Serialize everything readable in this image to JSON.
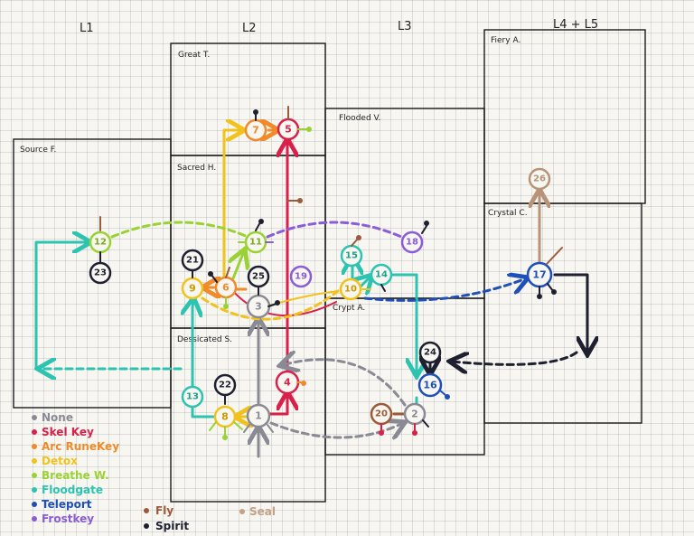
{
  "columns": [
    "L1",
    "L2",
    "L3",
    "L4 + L5"
  ],
  "regions": {
    "great_t": "Great T.",
    "flooded_v": "Flooded V.",
    "fiery_a": "Fiery A.",
    "source_f": "Source F.",
    "sacred_h": "Sacred H.",
    "crystal_c": "Crystal C.",
    "crypt_a": "Crypt A.",
    "dessicated_s": "Dessicated S."
  },
  "nodes": {
    "n1": "1",
    "n2": "2",
    "n3": "3",
    "n4": "4",
    "n5": "5",
    "n6": "6",
    "n7": "7",
    "n8": "8",
    "n9": "9",
    "n10": "10",
    "n11": "11",
    "n12": "12",
    "n13": "13",
    "n14": "14",
    "n15": "15",
    "n16": "16",
    "n17": "17",
    "n18": "18",
    "n19": "19",
    "n20": "20",
    "n21": "21",
    "n22": "22",
    "n23": "23",
    "n24": "24",
    "n25": "25",
    "n26": "26"
  },
  "legend": {
    "none": "None",
    "skel_key": "Skel Key",
    "arc_rune_key": "Arc RuneKey",
    "detox": "Detox",
    "breathe_w": "Breathe W.",
    "floodgate": "Floodgate",
    "teleport": "Teleport",
    "frostkey": "Frostkey",
    "fly": "Fly",
    "spirit": "Spirit",
    "seal": "Seal"
  },
  "colors": {
    "none": "#8a8a94",
    "skel_key": "#d8204a",
    "arc_rune_key": "#f08a2a",
    "detox": "#f2c21c",
    "breathe_w": "#9ad235",
    "floodgate": "#2cc4b0",
    "teleport": "#1f4fb8",
    "frostkey": "#8a5cd6",
    "fly": "#9b5a3a",
    "spirit": "#1e2030",
    "seal": "#c4a086",
    "outline": "#111111"
  }
}
